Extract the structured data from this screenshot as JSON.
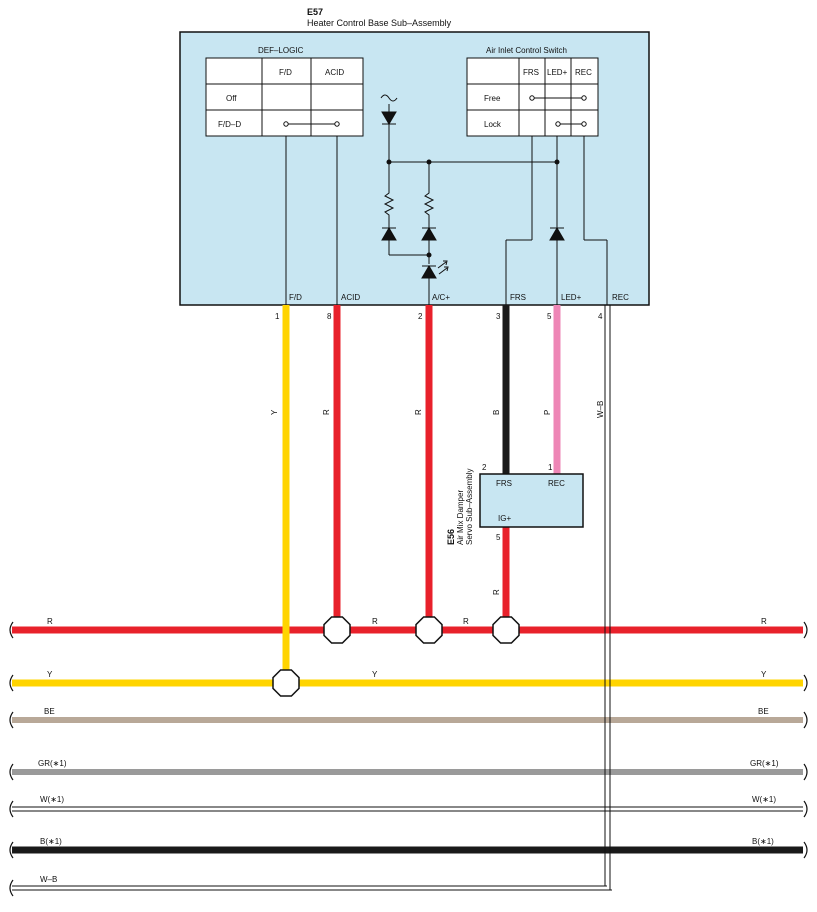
{
  "main_component": {
    "code": "E57",
    "name": "Heater Control Base Sub–Assembly"
  },
  "def_logic": {
    "title": "DEF–LOGIC",
    "col1": "F/D",
    "col2": "ACID",
    "row1": "Off",
    "row2": "F/D–D"
  },
  "air_inlet": {
    "title": "Air Inlet Control Switch",
    "col1": "FRS",
    "col2": "LED+",
    "col3": "REC",
    "row1": "Free",
    "row2": "Lock"
  },
  "terminals": [
    {
      "name": "F/D",
      "pin": "1",
      "wire": "Y"
    },
    {
      "name": "ACID",
      "pin": "8",
      "wire": "R"
    },
    {
      "name": "A/C+",
      "pin": "2",
      "wire": "R"
    },
    {
      "name": "FRS",
      "pin": "3",
      "wire": "B"
    },
    {
      "name": "LED+",
      "pin": "5",
      "wire": "P"
    },
    {
      "name": "REC",
      "pin": "4",
      "wire": "W–B"
    }
  ],
  "servo": {
    "code": "E56",
    "name_line1": "Air Mix Damper",
    "name_line2": "Servo Sub–Assembly",
    "pin_frs": "2",
    "pin_rec": "1",
    "pin_ig": "5",
    "label_frs": "FRS",
    "label_rec": "REC",
    "label_ig": "IG+",
    "out_wire": "R"
  },
  "bus": {
    "r_left": "R",
    "r_mid1": "R",
    "r_mid2": "R",
    "r_right": "R",
    "y_left": "Y",
    "y_mid": "Y",
    "y_right": "Y",
    "be_left": "BE",
    "be_right": "BE",
    "gr_left": "GR(∗1)",
    "gr_right": "GR(∗1)",
    "w_left": "W(∗1)",
    "w_right": "W(∗1)",
    "b_left": "B(∗1)",
    "b_right": "B(∗1)",
    "wb_left": "W–B"
  },
  "colors": {
    "box_fill": "#c8e6f2",
    "red": "#e8212b",
    "yellow": "#ffd400",
    "beige": "#b8a898",
    "gray": "#9a9a9a",
    "pink": "#ee86b6",
    "black": "#1a1a1a"
  }
}
